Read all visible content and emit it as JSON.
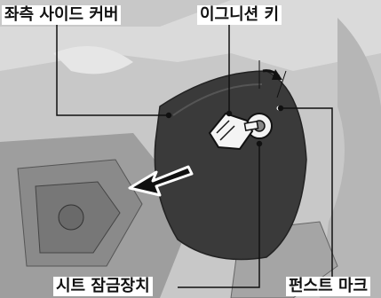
{
  "labels": {
    "left_side_cover": "좌측 사이드 커버",
    "ignition_key": "이그니션 키",
    "seat_lock": "시트 잠금장치",
    "punch_mark": "펀스트 마크"
  },
  "icons": {
    "direction_arrow": "arrow-left-icon",
    "rotation_arrow": "arrow-rotate-icon",
    "key": "key-icon"
  },
  "colors": {
    "cover": "#3a3a3a",
    "background": "#c4c4c4",
    "outline": "#111111"
  }
}
